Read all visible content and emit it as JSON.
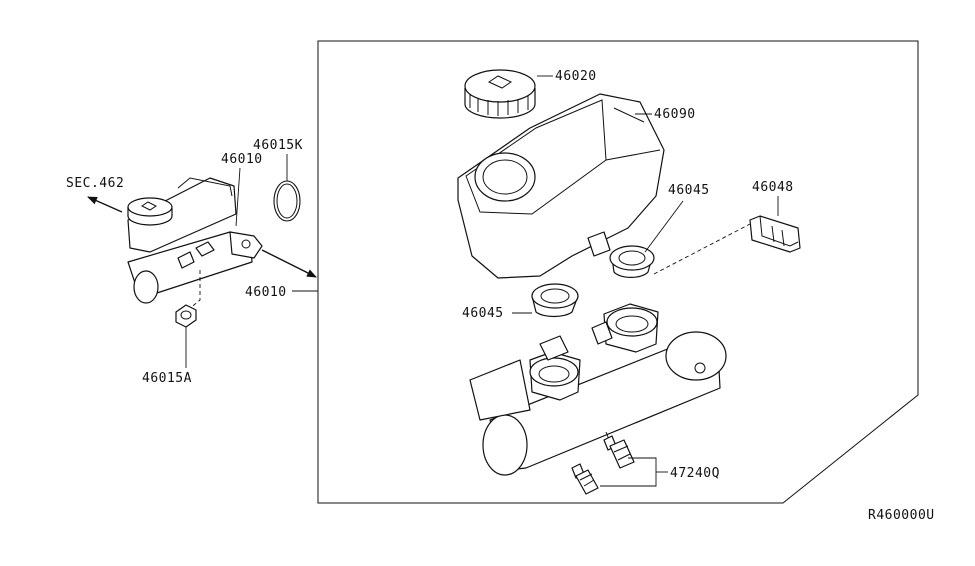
{
  "diagram": {
    "labels": {
      "sec462": "SEC.462",
      "p46010_small": "46010",
      "p46015k": "46015K",
      "p46010_main": "46010",
      "p46015a": "46015A",
      "p46020": "46020",
      "p46090": "46090",
      "p46045_upper": "46045",
      "p46048": "46048",
      "p46045_lower": "46045",
      "p47240q": "47240Q",
      "ref_code": "R460000U"
    }
  }
}
